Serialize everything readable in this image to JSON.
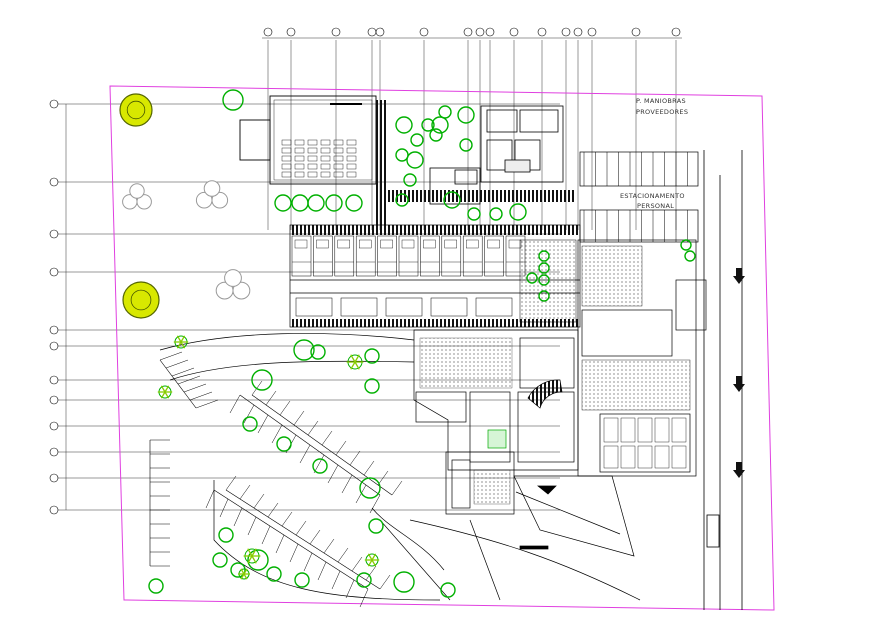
{
  "drawing": {
    "labels": {
      "provider_parking": "P. MANIOBRAS PROVEEDORES",
      "provider_parking_line1": "P. MANIOBRAS",
      "provider_parking_line2": "PROVEEDORES",
      "staff_parking_line1": "ESTACIONAMENTO",
      "staff_parking_line2": "PERSONAL"
    },
    "colors": {
      "background": "#ffffff",
      "lot_boundary": "#e040e0",
      "linework": "#000000",
      "grid_lines": "#333333",
      "tree_green": "#00b000",
      "tree_yellow": "#d8e800",
      "tree_grey": "#9a9a9a",
      "hatch": "#222222"
    },
    "icons": [
      "grid-bubble",
      "tree-symbol",
      "palm-symbol",
      "parking-stall",
      "stair",
      "traffic-arrow"
    ]
  }
}
